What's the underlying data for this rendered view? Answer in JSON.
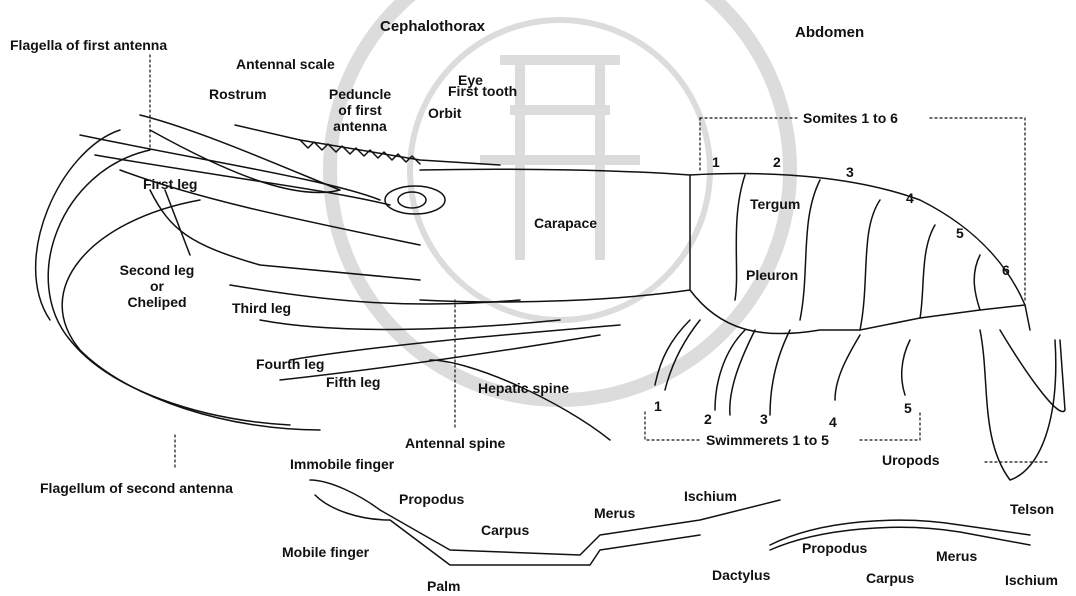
{
  "headers": {
    "cephalothorax": "Cephalothorax",
    "abdomen": "Abdomen"
  },
  "labels": {
    "flagella_first_antenna": "Flagella of first antenna",
    "antennal_scale": "Antennal scale",
    "eye": "Eye",
    "rostrum": "Rostrum",
    "peduncle_line1": "Peduncle",
    "peduncle_line2": "of first",
    "peduncle_line3": "antenna",
    "first_tooth": "First tooth",
    "orbit": "Orbit",
    "somites": "Somites 1 to 6",
    "first_leg": "First leg",
    "carapace": "Carapace",
    "tergum": "Tergum",
    "second_leg_line1": "Second leg",
    "second_leg_line2": "or",
    "second_leg_line3": "Cheliped",
    "pleuron": "Pleuron",
    "third_leg": "Third leg",
    "fourth_leg": "Fourth leg",
    "fifth_leg": "Fifth leg",
    "hepatic_spine": "Hepatic spine",
    "antennal_spine": "Antennal spine",
    "swimmerets": "Swimmerets 1 to 5",
    "uropods": "Uropods",
    "flagellum_second_antenna": "Flagellum of second antenna",
    "immobile_finger": "Immobile finger",
    "propodus_left": "Propodus",
    "ischium_left": "Ischium",
    "merus_left": "Merus",
    "carpus_left": "Carpus",
    "mobile_finger": "Mobile finger",
    "palm": "Palm",
    "dactylus": "Dactylus",
    "propodus_right": "Propodus",
    "carpus_right": "Carpus",
    "merus_right": "Merus",
    "telson": "Telson",
    "ischium_right": "Ischium"
  },
  "somite_numbers": [
    "1",
    "2",
    "3",
    "4",
    "5",
    "6"
  ],
  "swimmeret_numbers": [
    "1",
    "2",
    "3",
    "4",
    "5"
  ],
  "colors": {
    "ink": "#111111",
    "watermark": "#d9d9d9"
  }
}
